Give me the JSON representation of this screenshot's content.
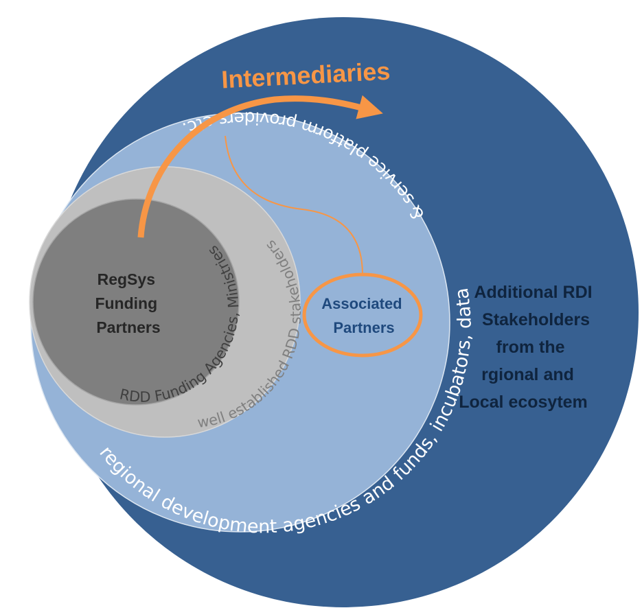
{
  "diagram": {
    "core_label": [
      "RegSys",
      "Funding",
      "Partners"
    ],
    "inner_ring_text": "RDD Funding Agencies, Ministries",
    "gray_ring_text": "well established RDD stakeholders",
    "blue_ring_text_top": "& service platform providers etc.",
    "blue_ring_text_bottom": "regional development agencies and funds, incubators, data",
    "intermediaries_label": "Intermediaries",
    "associated_label": [
      "Associated",
      "Partners"
    ],
    "outer_label": [
      "Additional RDI",
      "Stakeholders",
      "from the",
      "rgional and",
      "Local ecosytem"
    ],
    "colors": {
      "outer": "#376091",
      "light_blue": "#95b3d7",
      "gray_ring": "#bfbfbf",
      "core": "#7f7f7f",
      "orange": "#f79646",
      "dark_text": "#0f243e",
      "assoc_text": "#1f497d",
      "ring_gray_text": "#7f7f7f",
      "ring_dark_text": "#404040",
      "white": "#ffffff"
    }
  }
}
